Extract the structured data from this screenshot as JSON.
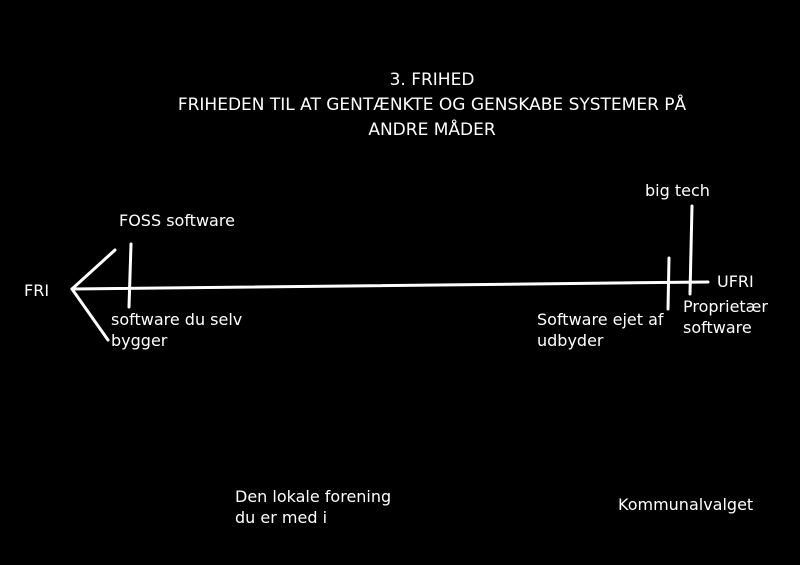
{
  "title": {
    "line1": "3. FRIHED",
    "line2": "FRIHEDEN TIL AT GENTÆNKTE OG GENSKABE SYSTEMER PÅ",
    "line3": "ANDRE MÅDER"
  },
  "axis": {
    "left_label": "FRI",
    "right_label": "UFRI"
  },
  "markers": {
    "foss": "FOSS software",
    "self_built_line1": "software du selv",
    "self_built_line2": "bygger",
    "provider_line1": "Software ejet af",
    "provider_line2": "udbyder",
    "big_tech": "big tech",
    "proprietary_line1": "Proprietær",
    "proprietary_line2": "software"
  },
  "bottom": {
    "local_line1": "Den lokale forening",
    "local_line2": "du er med i",
    "municipal": "Kommunalvalget"
  },
  "colors": {
    "background": "#000000",
    "foreground": "#ffffff"
  }
}
